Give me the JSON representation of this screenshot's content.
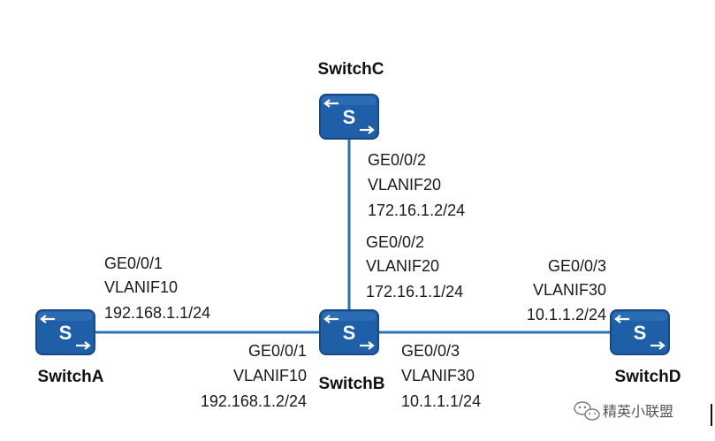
{
  "colors": {
    "switch_fill": "#1f5fa8",
    "switch_edge": "#174a85",
    "link": "#2f6fb5",
    "text": "#1a1a1a"
  },
  "switches": {
    "a": {
      "name": "SwitchA",
      "icon_letter": "S"
    },
    "b": {
      "name": "SwitchB",
      "icon_letter": "S"
    },
    "c": {
      "name": "SwitchC",
      "icon_letter": "S"
    },
    "d": {
      "name": "SwitchD",
      "icon_letter": "S"
    }
  },
  "labels": {
    "c_down": {
      "port": "GE0/0/2",
      "vlanif": "VLANIF20",
      "ip": "172.16.1.2/24"
    },
    "b_up": {
      "port": "GE0/0/2",
      "vlanif": "VLANIF20",
      "ip": "172.16.1.1/24"
    },
    "a_right": {
      "port": "GE0/0/1",
      "vlanif": "VLANIF10",
      "ip": "192.168.1.1/24"
    },
    "b_left": {
      "port": "GE0/0/1",
      "vlanif": "VLANIF10",
      "ip": "192.168.1.2/24"
    },
    "d_left": {
      "port": "GE0/0/3",
      "vlanif": "VLANIF30",
      "ip": "10.1.1.2/24"
    },
    "b_right": {
      "port": "GE0/0/3",
      "vlanif": "VLANIF30",
      "ip": "10.1.1.1/24"
    }
  },
  "watermark": {
    "icon": "wechat-icon",
    "text": "精英小联盟"
  }
}
